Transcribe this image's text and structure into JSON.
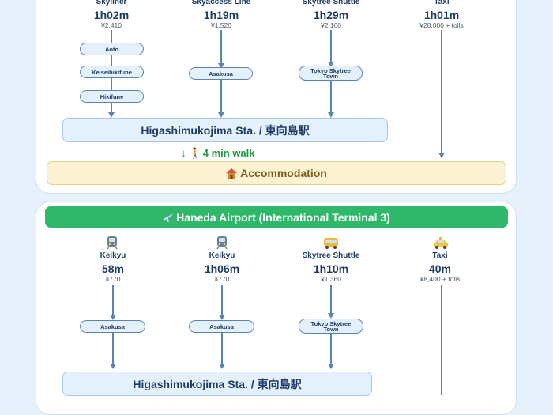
{
  "top": {
    "options": [
      {
        "name": "Skyliner",
        "time": "1h02m",
        "price": "¥2,410",
        "stops": [
          "Aoto",
          "Keiseihikifune",
          "Hikifune"
        ]
      },
      {
        "name": "Skyaccess Line",
        "time": "1h19m",
        "price": "¥1,520",
        "stops": [
          "Asakusa"
        ]
      },
      {
        "name": "Skytree Shuttle",
        "time": "1h29m",
        "price": "¥2,160",
        "stops": [
          [
            "Tokyo Skytree",
            "Town"
          ]
        ]
      },
      {
        "name": "Taxi",
        "time": "1h01m",
        "price": "¥28,000 + tolls",
        "stops": []
      }
    ],
    "station": "Higashimukojima Sta. / 東向島駅",
    "walk": "4 min walk",
    "accommodation": "Accommodation"
  },
  "bottom": {
    "airport": "Haneda Airport (International Terminal 3)",
    "options": [
      {
        "name": "Keikyu",
        "time": "58m",
        "price": "¥770",
        "icon": "train-icon",
        "stops": [
          "Asakusa"
        ]
      },
      {
        "name": "Keikyu",
        "time": "1h06m",
        "price": "¥770",
        "icon": "train-icon",
        "stops": [
          "Asakusa"
        ]
      },
      {
        "name": "Skytree Shuttle",
        "time": "1h10m",
        "price": "¥1,360",
        "icon": "bus-icon",
        "stops": [
          [
            "Tokyo Skytree",
            "Town"
          ]
        ]
      },
      {
        "name": "Taxi",
        "time": "40m",
        "price": "¥8,400 + tolls",
        "icon": "taxi-icon",
        "stops": []
      }
    ],
    "station": "Higashimukojima Sta. / 東向島駅"
  },
  "colors": {
    "background": "#e6f1fb",
    "text": "#1c3b63",
    "line": "#5b84b6",
    "walk_green": "#1f9a44",
    "airport_green": "#2fb86a",
    "accommodation_fill": "#fbf2d4"
  }
}
